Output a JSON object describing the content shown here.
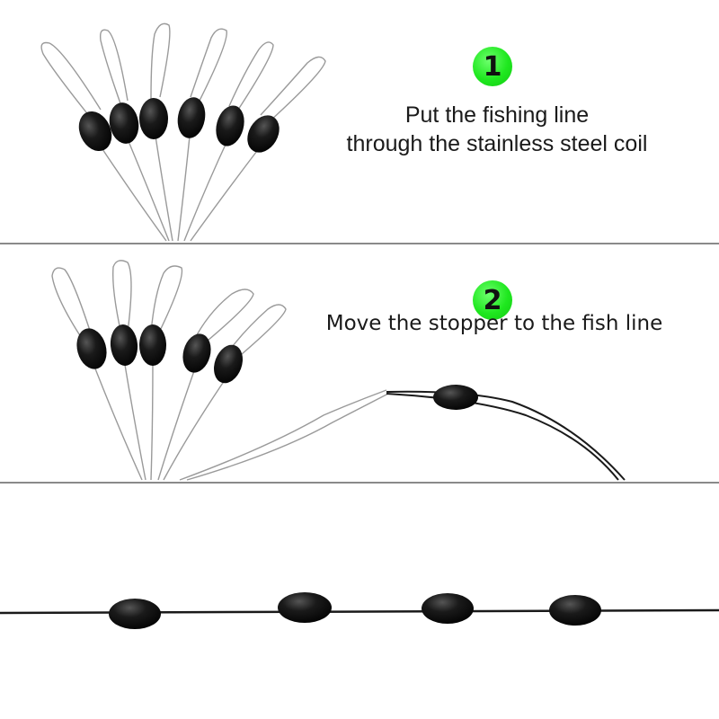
{
  "steps": [
    {
      "number": "1",
      "line1": "Put the fishing line",
      "line2": "through the stainless steel coil"
    },
    {
      "number": "2",
      "text": "Move the stopper to the fish line"
    }
  ],
  "colors": {
    "badge": "#22e822",
    "bead": "#111111",
    "divider": "#8a8a8a",
    "text": "#1a1a1a"
  }
}
